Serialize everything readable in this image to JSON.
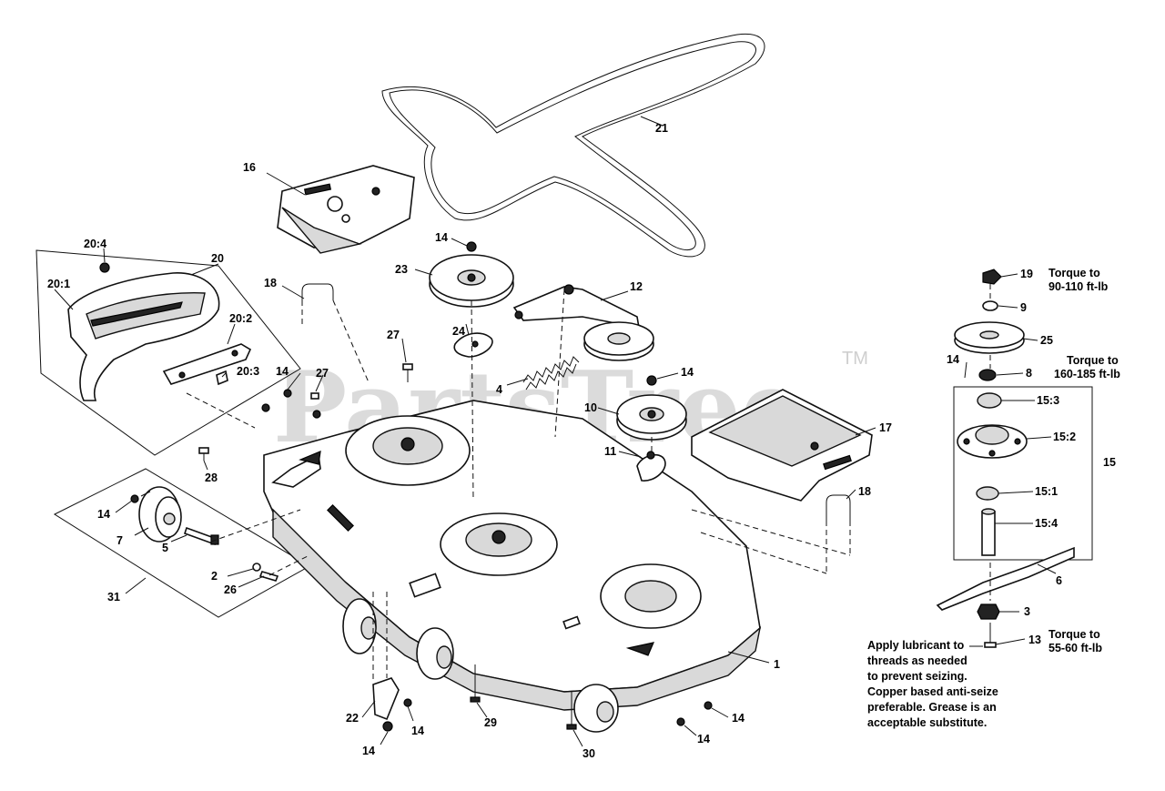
{
  "watermark": {
    "text": "PartsTree",
    "trademark": "TM"
  },
  "callouts": {
    "c1": "1",
    "c2": "2",
    "c3": "3",
    "c4": "4",
    "c5": "5",
    "c6": "6",
    "c7": "7",
    "c8": "8",
    "c9": "9",
    "c10": "10",
    "c11": "11",
    "c12": "12",
    "c13": "13",
    "c14a": "14",
    "c14b": "14",
    "c14c": "14",
    "c14d": "14",
    "c14e": "14",
    "c14f": "14",
    "c14g": "14",
    "c14h": "14",
    "c14i": "14",
    "c15": "15",
    "c15_1": "15:1",
    "c15_2": "15:2",
    "c15_3": "15:3",
    "c15_4": "15:4",
    "c16": "16",
    "c17": "17",
    "c18a": "18",
    "c18b": "18",
    "c19": "19",
    "c20": "20",
    "c20_1": "20:1",
    "c20_2": "20:2",
    "c20_3": "20:3",
    "c20_4": "20:4",
    "c21": "21",
    "c22": "22",
    "c23": "23",
    "c24": "24",
    "c25": "25",
    "c26": "26",
    "c27a": "27",
    "c27b": "27",
    "c28": "28",
    "c29": "29",
    "c30": "30",
    "c31": "31"
  },
  "notes": {
    "torque19_l1": "Torque to",
    "torque19_l2": "90-110 ft-lb",
    "torque15_l1": "Torque to",
    "torque15_l2": "160-185 ft-lb",
    "torque13_l1": "Torque to",
    "torque13_l2": "55-60 ft-lb",
    "lube_l1": "Apply lubricant to",
    "lube_l2": "threads as needed",
    "lube_l3": "to prevent seizing.",
    "lube_l4": "Copper based anti-seize",
    "lube_l5": "preferable. Grease is an",
    "lube_l6": "acceptable substitute."
  }
}
